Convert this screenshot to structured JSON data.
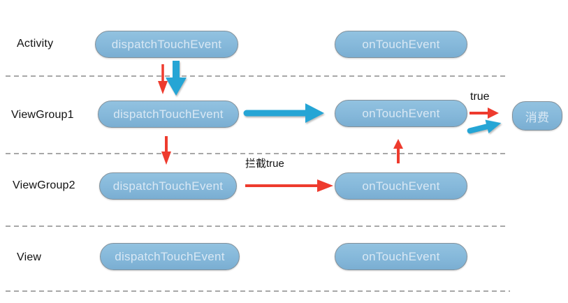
{
  "rows": [
    {
      "label": "Activity",
      "dispatch": "dispatchTouchEvent",
      "ontouch": "onTouchEvent"
    },
    {
      "label": "ViewGroup1",
      "dispatch": "dispatchTouchEvent",
      "ontouch": "onTouchEvent"
    },
    {
      "label": "ViewGroup2",
      "dispatch": "dispatchTouchEvent",
      "ontouch": "onTouchEvent"
    },
    {
      "label": "View",
      "dispatch": "dispatchTouchEvent",
      "ontouch": "onTouchEvent"
    }
  ],
  "annotations": {
    "consume_true": "true",
    "intercept": "拦截true",
    "consume": "消费"
  },
  "colors": {
    "background": "#ffffff",
    "pill_fill": "#85b8da",
    "pill_fill_top": "#92c2e0",
    "pill_fill_bottom": "#7aaed2",
    "pill_border": "#82909a",
    "pill_text": "#d9e8f4",
    "arrow_red": "#ee3b2e",
    "arrow_blue": "#25a5d5",
    "divider": "#a8a8a8",
    "label_text": "#111111"
  }
}
